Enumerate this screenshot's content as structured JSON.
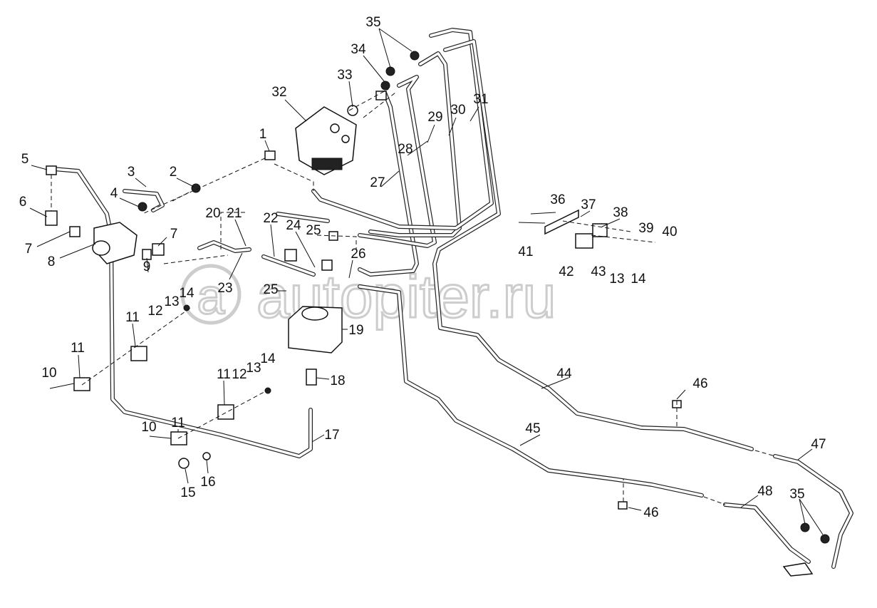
{
  "watermark": "autopiter.ru",
  "labels": [
    "35",
    "34",
    "33",
    "32",
    "1",
    "5",
    "3",
    "2",
    "4",
    "6",
    "7",
    "8",
    "7",
    "9",
    "20",
    "21",
    "22",
    "24",
    "25",
    "26",
    "23",
    "25",
    "19",
    "18",
    "17",
    "29",
    "30",
    "31",
    "28",
    "27",
    "36",
    "37",
    "38",
    "39",
    "40",
    "41",
    "42",
    "43",
    "13",
    "14",
    "44",
    "46",
    "45",
    "47",
    "48",
    "35",
    "46",
    "11",
    "12",
    "13",
    "14",
    "11",
    "10",
    "11",
    "12",
    "13",
    "14",
    "11",
    "10",
    "15",
    "16"
  ]
}
